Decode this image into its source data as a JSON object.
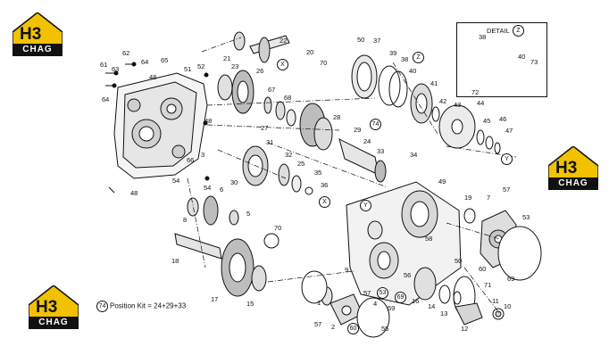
{
  "brand": {
    "code": "H3",
    "word": "CHAG"
  },
  "kit_note": {
    "ref": "74",
    "text": "Position Kit = 24+29+33"
  },
  "detail": {
    "title": "DETAIL",
    "ref": "Z",
    "parts": [
      "38",
      "40",
      "72",
      "73"
    ]
  },
  "view_markers": [
    "X",
    "Y",
    "Z"
  ],
  "part_numbers": [
    {
      "n": "1"
    },
    {
      "n": "2"
    },
    {
      "n": "3"
    },
    {
      "n": "4"
    },
    {
      "n": "5"
    },
    {
      "n": "6"
    },
    {
      "n": "7"
    },
    {
      "n": "8"
    },
    {
      "n": "9"
    },
    {
      "n": "10"
    },
    {
      "n": "11"
    },
    {
      "n": "12"
    },
    {
      "n": "13"
    },
    {
      "n": "14"
    },
    {
      "n": "15"
    },
    {
      "n": "16"
    },
    {
      "n": "17"
    },
    {
      "n": "18"
    },
    {
      "n": "19"
    },
    {
      "n": "20"
    },
    {
      "n": "21"
    },
    {
      "n": "22"
    },
    {
      "n": "23"
    },
    {
      "n": "24"
    },
    {
      "n": "25"
    },
    {
      "n": "26"
    },
    {
      "n": "27"
    },
    {
      "n": "28"
    },
    {
      "n": "29"
    },
    {
      "n": "30"
    },
    {
      "n": "31"
    },
    {
      "n": "32"
    },
    {
      "n": "33"
    },
    {
      "n": "34"
    },
    {
      "n": "35"
    },
    {
      "n": "36"
    },
    {
      "n": "37"
    },
    {
      "n": "38"
    },
    {
      "n": "39"
    },
    {
      "n": "40"
    },
    {
      "n": "41"
    },
    {
      "n": "42"
    },
    {
      "n": "43"
    },
    {
      "n": "44"
    },
    {
      "n": "45"
    },
    {
      "n": "46"
    },
    {
      "n": "47"
    },
    {
      "n": "48"
    },
    {
      "n": "49"
    },
    {
      "n": "50"
    },
    {
      "n": "51"
    },
    {
      "n": "52"
    },
    {
      "n": "53"
    },
    {
      "n": "54"
    },
    {
      "n": "55"
    },
    {
      "n": "56"
    },
    {
      "n": "57"
    },
    {
      "n": "58"
    },
    {
      "n": "59"
    },
    {
      "n": "60"
    },
    {
      "n": "61"
    },
    {
      "n": "62"
    },
    {
      "n": "63"
    },
    {
      "n": "64"
    },
    {
      "n": "65"
    },
    {
      "n": "66"
    },
    {
      "n": "67"
    },
    {
      "n": "68"
    },
    {
      "n": "69"
    },
    {
      "n": "70"
    },
    {
      "n": "71"
    },
    {
      "n": "72"
    },
    {
      "n": "73"
    },
    {
      "n": "74"
    }
  ],
  "colors": {
    "ink": "#111111",
    "logo_yellow": "#f2c200",
    "logo_black": "#111111",
    "background": "#ffffff"
  }
}
